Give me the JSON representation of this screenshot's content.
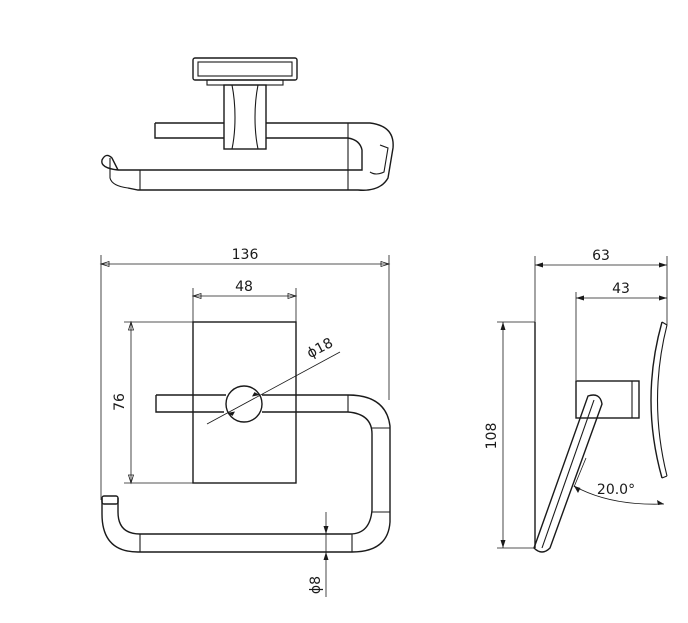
{
  "dimensions": {
    "top_width": "136",
    "plate_width": "48",
    "plate_height": "76",
    "boss_diameter": "ϕ18",
    "rod_diameter": "ϕ8",
    "side_depth": "63",
    "side_depth_inner": "43",
    "side_height": "108",
    "angle": "20.0°"
  }
}
